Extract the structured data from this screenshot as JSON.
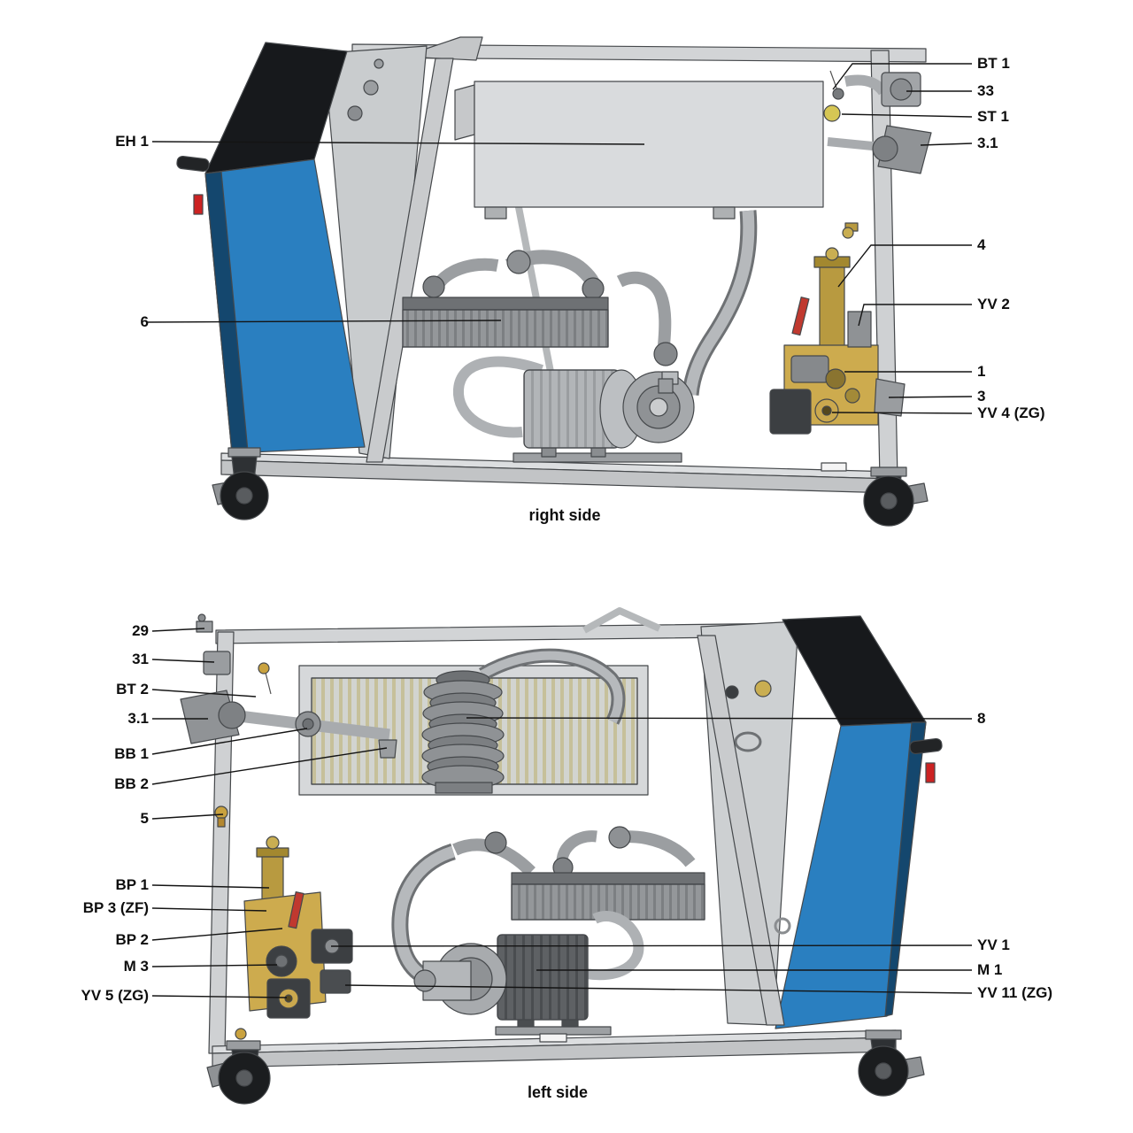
{
  "figure": {
    "colors": {
      "panel_blue": "#2a7fc0",
      "panel_black": "#17191c",
      "pump_gold": "#cdab4e",
      "frame_gray": "#cfd1d3",
      "handle_red": "#c0392f"
    },
    "right_view": {
      "caption": "right side",
      "callouts": {
        "bt1": "BT 1",
        "p33": "33",
        "st1": "ST 1",
        "p3_1": "3.1",
        "p4": "4",
        "yv2": "YV 2",
        "p1": "1",
        "p3": "3",
        "yv4": "YV 4 (ZG)",
        "eh1": "EH 1",
        "p6": "6"
      }
    },
    "left_view": {
      "caption": "left side",
      "callouts": {
        "p29": "29",
        "p31": "31",
        "bt2": "BT 2",
        "p3_1": "3.1",
        "bb1": "BB 1",
        "bb2": "BB 2",
        "p5": "5",
        "bp1": "BP 1",
        "bp3": "BP 3 (ZF)",
        "bp2": "BP 2",
        "m3": "M 3",
        "yv5": "YV 5 (ZG)",
        "p8": "8",
        "yv1": "YV 1",
        "m1": "M 1",
        "yv11": "YV 11 (ZG)"
      }
    }
  }
}
